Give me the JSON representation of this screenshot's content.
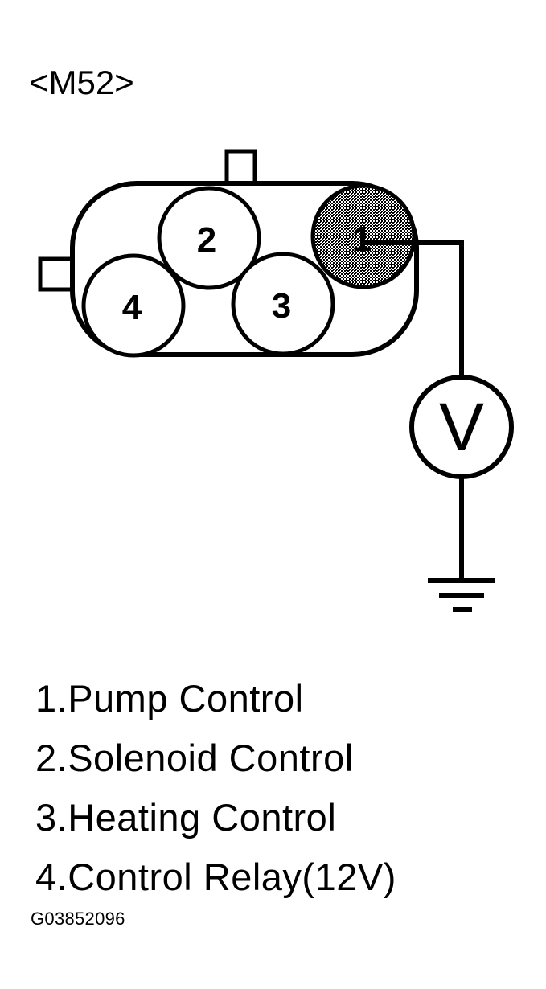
{
  "connector": {
    "model_label": "<M52>",
    "pins": [
      {
        "number": "1",
        "highlighted": true
      },
      {
        "number": "2",
        "highlighted": false
      },
      {
        "number": "3",
        "highlighted": false
      },
      {
        "number": "4",
        "highlighted": false
      }
    ]
  },
  "voltmeter": {
    "symbol": "V"
  },
  "legend": [
    "1.Pump Control",
    "2.Solenoid Control",
    "3.Heating Control",
    "4.Control Relay(12V)"
  ],
  "figure_code": "G03852096",
  "colors": {
    "line": "#000000",
    "background": "#ffffff",
    "highlight_fill": "#8a8a8a"
  }
}
